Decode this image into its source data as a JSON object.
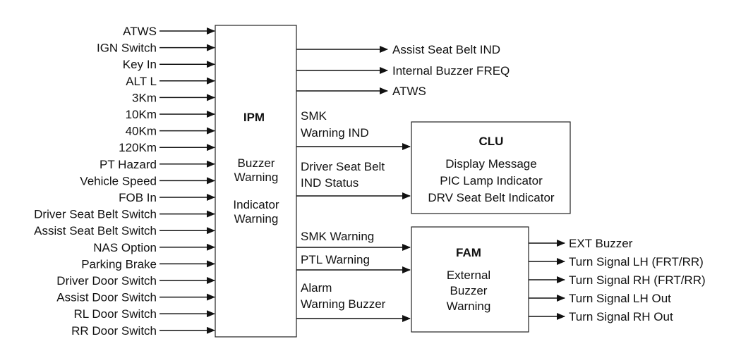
{
  "ipm": {
    "title": "IPM",
    "functions": [
      "Buzzer",
      "Warning",
      "Indicator",
      "Warning"
    ]
  },
  "ipm_inputs": [
    "ATWS",
    "IGN Switch",
    "Key In",
    "ALT L",
    "3Km",
    "10Km",
    "40Km",
    "120Km",
    "PT Hazard",
    "Vehicle Speed",
    "FOB In",
    "Driver Seat Belt Switch",
    "Assist Seat Belt Switch",
    "NAS Option",
    "Parking Brake",
    "Driver Door Switch",
    "Assist Door Switch",
    "RL Door Switch",
    "RR Door Switch"
  ],
  "ipm_outputs": [
    "Assist Seat Belt IND",
    "Internal Buzzer FREQ",
    "ATWS"
  ],
  "clu": {
    "title": "CLU",
    "lines": [
      "Display Message",
      "PIC Lamp Indicator",
      "DRV Seat Belt Indicator"
    ]
  },
  "clu_links": [
    [
      "SMK",
      "Warning IND"
    ],
    [
      "Driver Seat Belt",
      "IND Status"
    ]
  ],
  "fam": {
    "title": "FAM",
    "lines": [
      "External",
      "Buzzer",
      "Warning"
    ]
  },
  "fam_links": [
    [
      "SMK Warning"
    ],
    [
      "PTL Warning"
    ],
    [
      "Alarm",
      "Warning Buzzer"
    ]
  ],
  "fam_outputs": [
    "EXT Buzzer",
    "Turn Signal LH (FRT/RR)",
    "Turn Signal RH (FRT/RR)",
    "Turn Signal LH Out",
    "Turn Signal RH Out"
  ]
}
